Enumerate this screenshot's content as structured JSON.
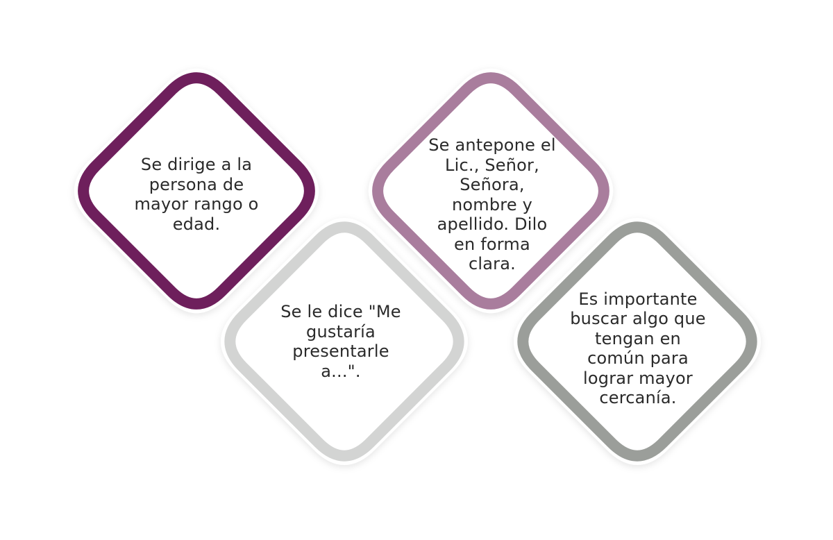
{
  "colors": {
    "plum": "#6e1f5c",
    "light_gray": "#d3d4d3",
    "mauve": "#a97d9d",
    "gray": "#9b9e9a",
    "halo": "#ffffff"
  },
  "cards": [
    {
      "text": "Se dirige a la\npersona de\nmayor rango o\nedad.",
      "color": "#6e1f5c"
    },
    {
      "text": "Se le dice \"Me\ngustaría\npresentarle\na...\".",
      "color": "#d3d4d3"
    },
    {
      "text": "Se antepone el\nLic., Señor,\nSeñora,\nnombre y\napellido. Dilo\nen forma\nclara.",
      "color": "#a97d9d"
    },
    {
      "text": "Es importante\nbuscar algo que\ntengan en\ncomún para\nlograr mayor\ncercanía.",
      "color": "#9b9e9a"
    }
  ]
}
